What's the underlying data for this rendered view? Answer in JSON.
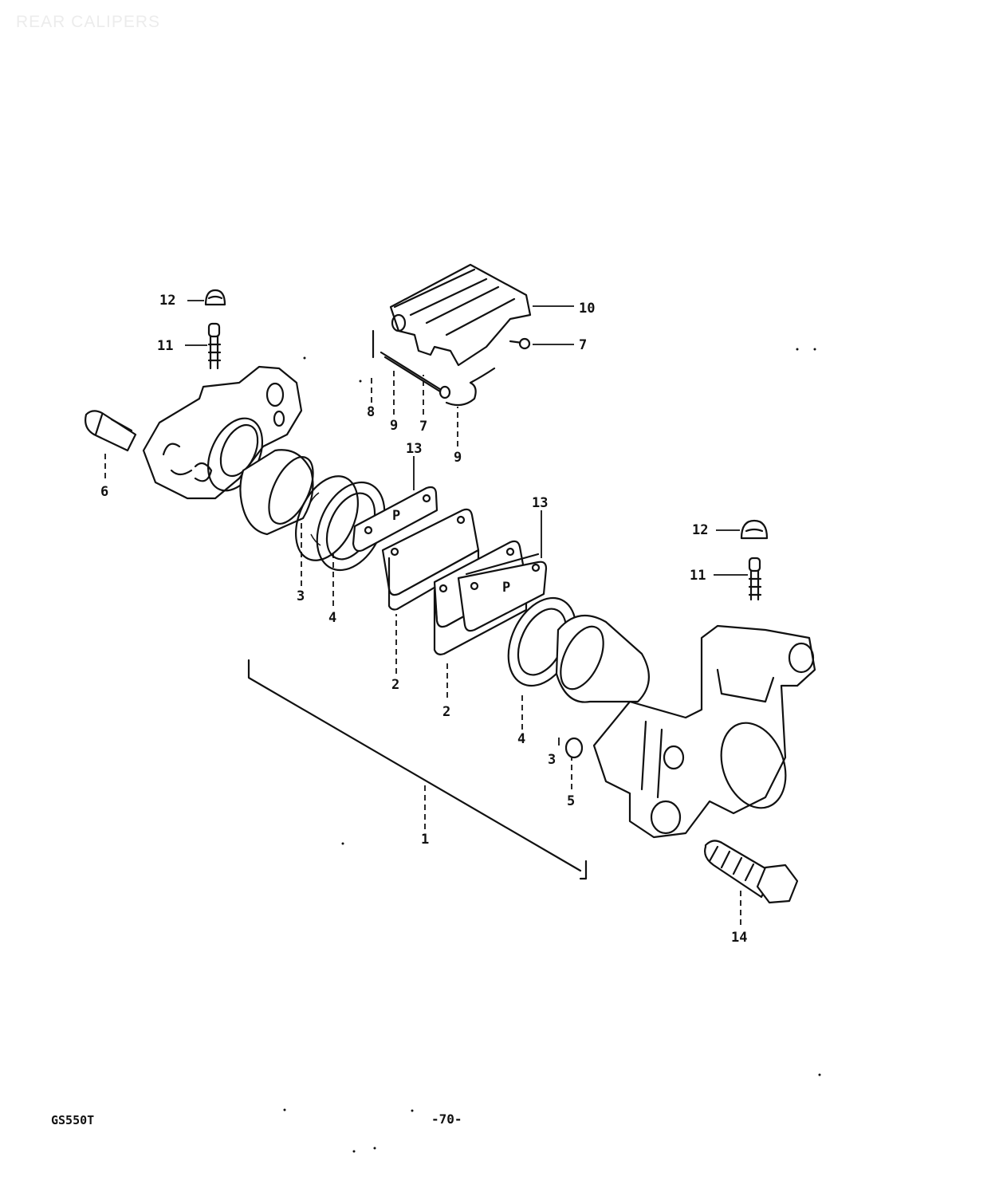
{
  "header": {
    "title": "REAR CALIPERS"
  },
  "footer": {
    "model_code": "GS550T",
    "page_number": "-70-"
  },
  "colors": {
    "ink": "#111111",
    "paper": "#ffffff",
    "watermark": "#ececec"
  },
  "callouts": [
    {
      "id": "c12a",
      "text": "12"
    },
    {
      "id": "c11a",
      "text": "11"
    },
    {
      "id": "c6",
      "text": "6"
    },
    {
      "id": "c10",
      "text": "10"
    },
    {
      "id": "c7a",
      "text": "7"
    },
    {
      "id": "c8",
      "text": "8"
    },
    {
      "id": "c9a",
      "text": "9"
    },
    {
      "id": "c7b",
      "text": "7"
    },
    {
      "id": "c9b",
      "text": "9"
    },
    {
      "id": "c13a",
      "text": "13"
    },
    {
      "id": "c13b",
      "text": "13"
    },
    {
      "id": "c3a",
      "text": "3"
    },
    {
      "id": "c4a",
      "text": "4"
    },
    {
      "id": "c2a",
      "text": "2"
    },
    {
      "id": "c2b",
      "text": "2"
    },
    {
      "id": "c12b",
      "text": "12"
    },
    {
      "id": "c11b",
      "text": "11"
    },
    {
      "id": "c4b",
      "text": "4"
    },
    {
      "id": "c3b",
      "text": "3"
    },
    {
      "id": "c5",
      "text": "5"
    },
    {
      "id": "c1",
      "text": "1"
    },
    {
      "id": "c14",
      "text": "14"
    }
  ]
}
